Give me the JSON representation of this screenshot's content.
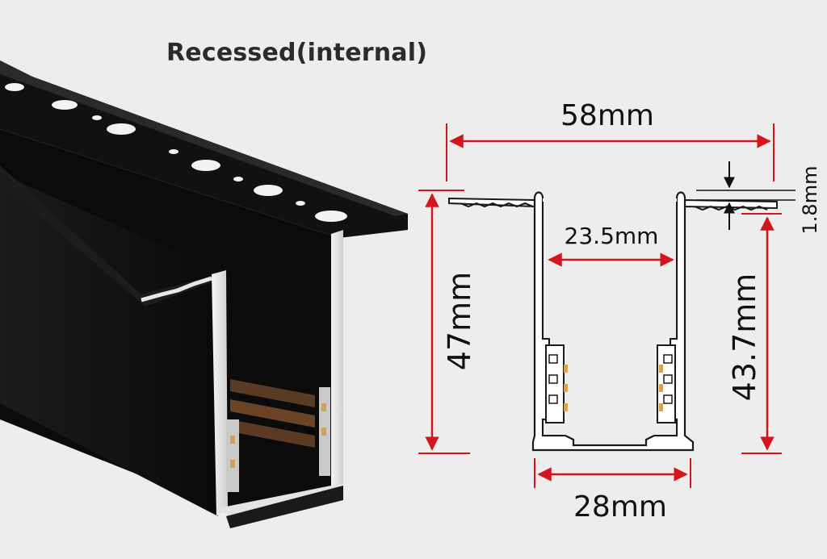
{
  "title": "Recessed(internal)",
  "dimensions": {
    "total_width": "58mm",
    "inner_width": "23.5mm",
    "bottom_width": "28mm",
    "total_height": "47mm",
    "inner_height": "43.7mm",
    "flange_thickness": "1.8mm"
  },
  "colors": {
    "dimension_line": "#d4161c",
    "profile_body": "#141414",
    "background": "#ededed"
  }
}
